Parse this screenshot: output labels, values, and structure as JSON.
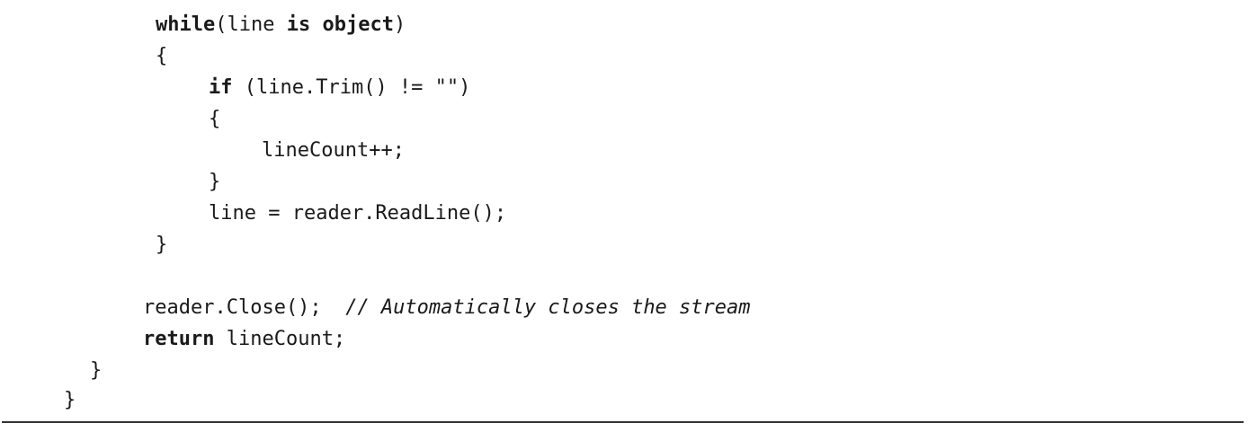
{
  "code": {
    "line1": {
      "kw1": "while",
      "a": "(line ",
      "kw2": "is",
      "b": " ",
      "kw3": "object",
      "c": ")"
    },
    "line2": "{",
    "line3": {
      "kw": "if",
      "rest": " (line.Trim() != \"\")"
    },
    "line4": "{",
    "line5": "lineCount++;",
    "line6": "}",
    "line7": "line = reader.ReadLine();",
    "line8": "}",
    "line9": {
      "code": "reader.Close();",
      "comment": "// Automatically closes the stream"
    },
    "line10": {
      "kw": "return",
      "rest": " lineCount;"
    },
    "line11": "}",
    "line12": "}"
  }
}
